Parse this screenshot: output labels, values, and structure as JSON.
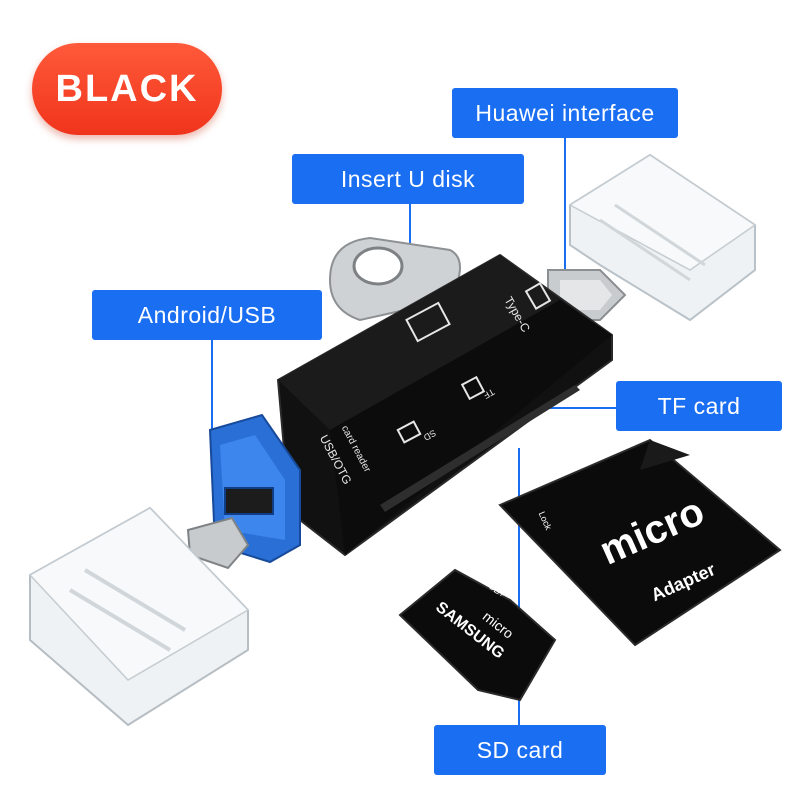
{
  "badge": {
    "text": "BLACK",
    "color": "#f0341c"
  },
  "labels": {
    "huawei": "Huawei interface",
    "udisk": "Insert U disk",
    "android": "Android/USB",
    "tf": "TF card",
    "sd": "SD card"
  },
  "device": {
    "text_typec": "Type-C",
    "text_usbotg": "USB/OTG",
    "text_cardreader": "card reader",
    "text_tf": "TF",
    "text_sd": "SD",
    "body_color": "#111111",
    "usb_color": "#2a6fd6"
  },
  "cards": {
    "micro_sd": {
      "brand": "SAMSUNG",
      "line1": "micro",
      "capacity": "2GB+"
    },
    "adapter": {
      "line1": "micro",
      "line2": "Adapter",
      "lock": "Lock"
    }
  },
  "accent_color": "#1a6ef2"
}
